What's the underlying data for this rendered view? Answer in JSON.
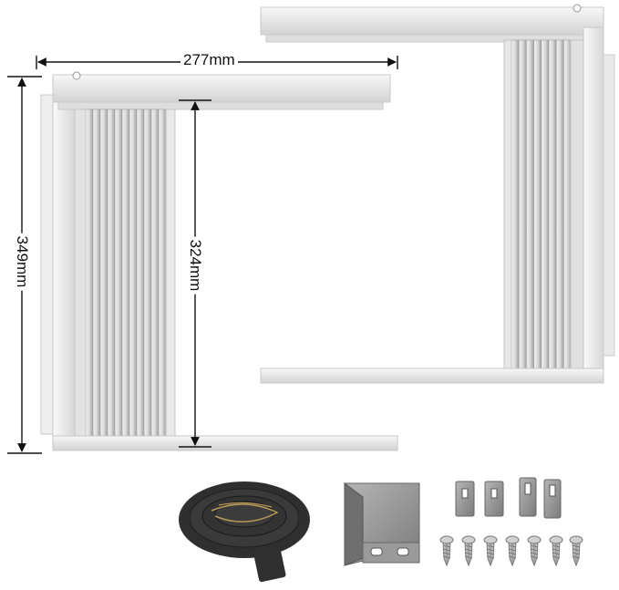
{
  "dimensions": {
    "width_label": "277mm",
    "outer_height_label": "349mm",
    "inner_height_label": "324mm"
  },
  "colors": {
    "frame": "#ececec",
    "frame_edge": "#c9c9c9",
    "pleat_light": "#f2f2f2",
    "pleat_dark": "#a9a9a9",
    "foam": "#2e2e2e",
    "bracket": "#8e8e8e",
    "screw": "#b8b8b8"
  },
  "icons": [
    "dimension-arrow-icon",
    "screw-icon",
    "bracket-icon",
    "foam-seal-icon"
  ]
}
